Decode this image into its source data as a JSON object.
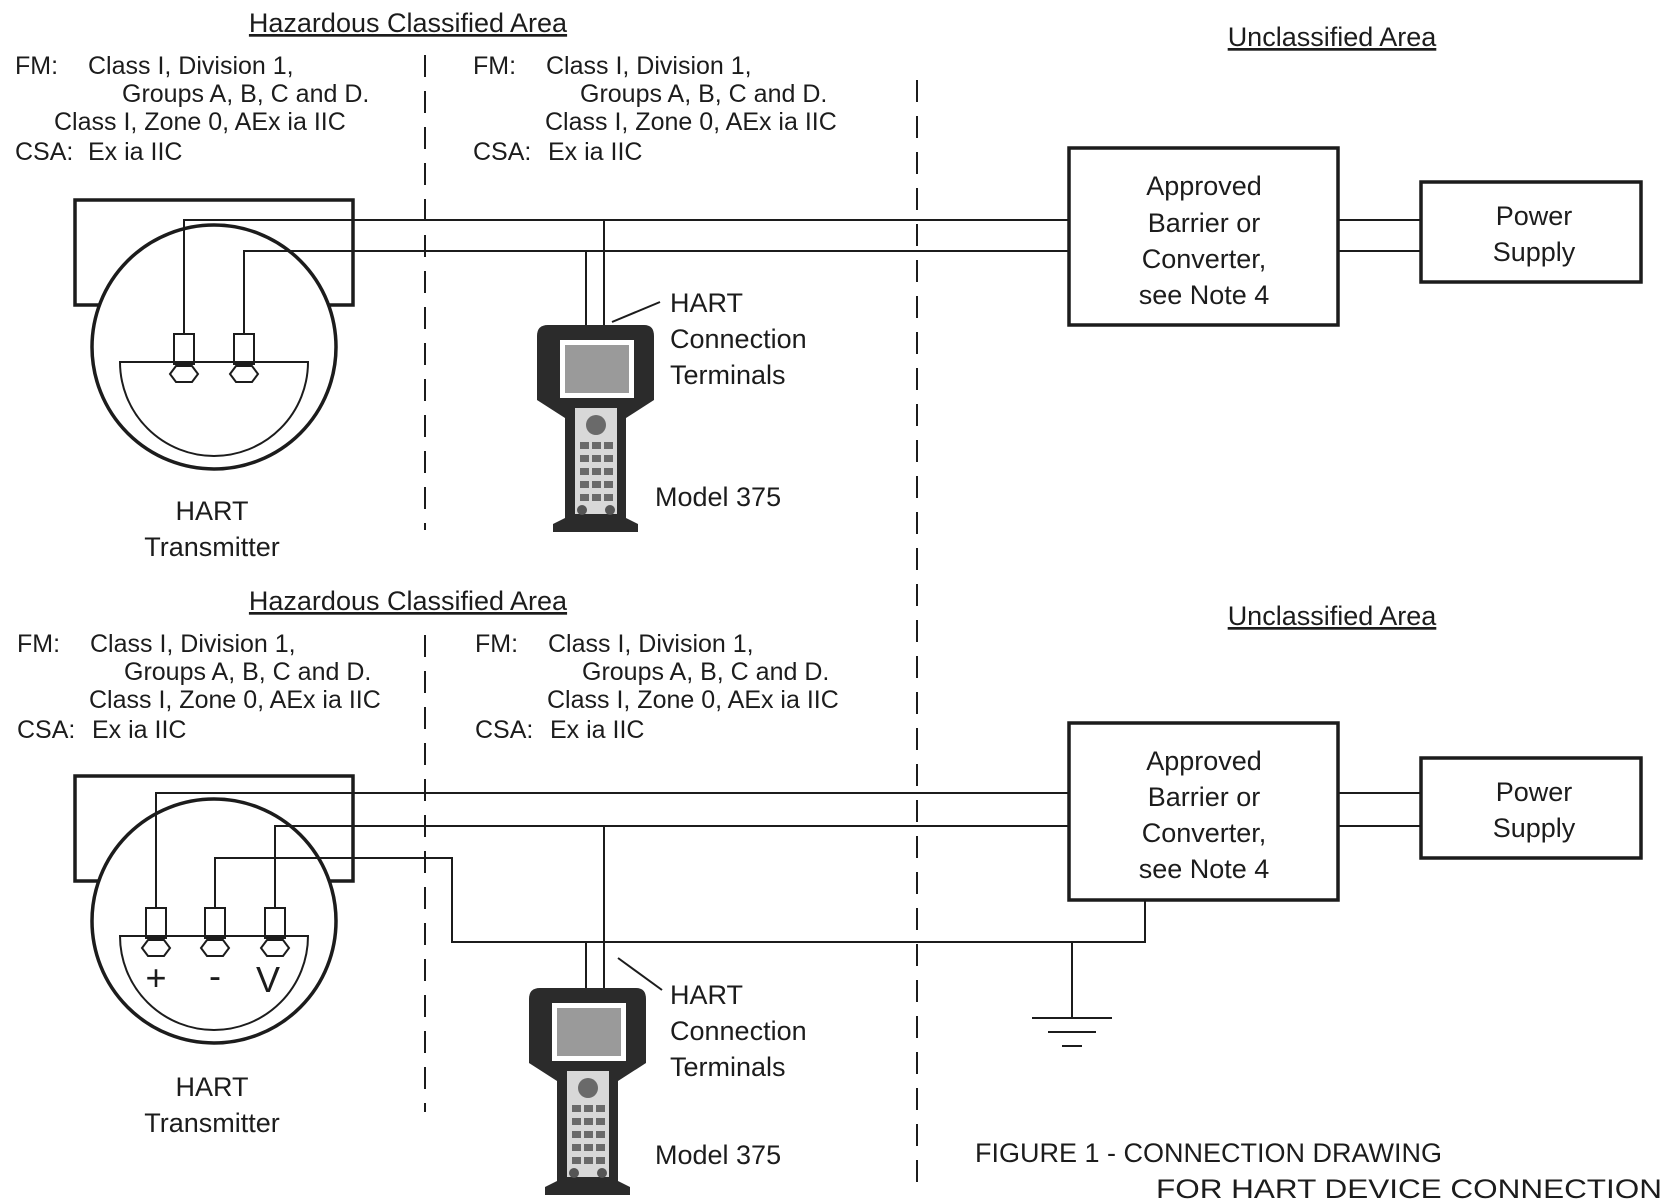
{
  "diagram": {
    "panels": [
      {
        "hazardous_title": "Hazardous Classified Area",
        "unclassified_title": "Unclassified Area",
        "left_cert": {
          "fm_label": "FM:",
          "fm_line1": "Class I, Division 1,",
          "fm_line2": "Groups A, B, C and D.",
          "fm_line3": "Class I, Zone 0, AEx ia IIC",
          "csa_label": "CSA:",
          "csa_value": "Ex ia IIC"
        },
        "right_cert": {
          "fm_label": "FM:",
          "fm_line1": "Class I, Division 1,",
          "fm_line2": "Groups A, B, C and D.",
          "fm_line3": "Class I, Zone 0, AEx ia IIC",
          "csa_label": "CSA:",
          "csa_value": "Ex ia IIC"
        },
        "barrier_lines": [
          "Approved",
          "Barrier or",
          "Converter,",
          "see Note 4"
        ],
        "power_lines": [
          "Power",
          "Supply"
        ],
        "hart_terminals_lines": [
          "HART",
          "Connection",
          "Terminals"
        ],
        "communicator_model": "Model 375",
        "transmitter_lines": [
          "HART",
          "Transmitter"
        ],
        "terminal_labels": []
      },
      {
        "hazardous_title": "Hazardous Classified Area",
        "unclassified_title": "Unclassified Area",
        "left_cert": {
          "fm_label": "FM:",
          "fm_line1": "Class I, Division 1,",
          "fm_line2": "Groups A, B, C and D.",
          "fm_line3": "Class I, Zone 0, AEx ia IIC",
          "csa_label": "CSA:",
          "csa_value": "Ex ia IIC"
        },
        "right_cert": {
          "fm_label": "FM:",
          "fm_line1": "Class I, Division 1,",
          "fm_line2": "Groups A, B, C and D.",
          "fm_line3": "Class I, Zone 0, AEx ia IIC",
          "csa_label": "CSA:",
          "csa_value": "Ex ia IIC"
        },
        "barrier_lines": [
          "Approved",
          "Barrier or",
          "Converter,",
          "see Note 4"
        ],
        "power_lines": [
          "Power",
          "Supply"
        ],
        "hart_terminals_lines": [
          "HART",
          "Connection",
          "Terminals"
        ],
        "communicator_model": "Model 375",
        "transmitter_lines": [
          "HART",
          "Transmitter"
        ],
        "terminal_labels": [
          "+",
          "-",
          "V"
        ]
      }
    ],
    "figure_caption": {
      "line1": "FIGURE 1 - CONNECTION DRAWING",
      "line2": "FOR HART DEVICE CONNECTION"
    }
  }
}
